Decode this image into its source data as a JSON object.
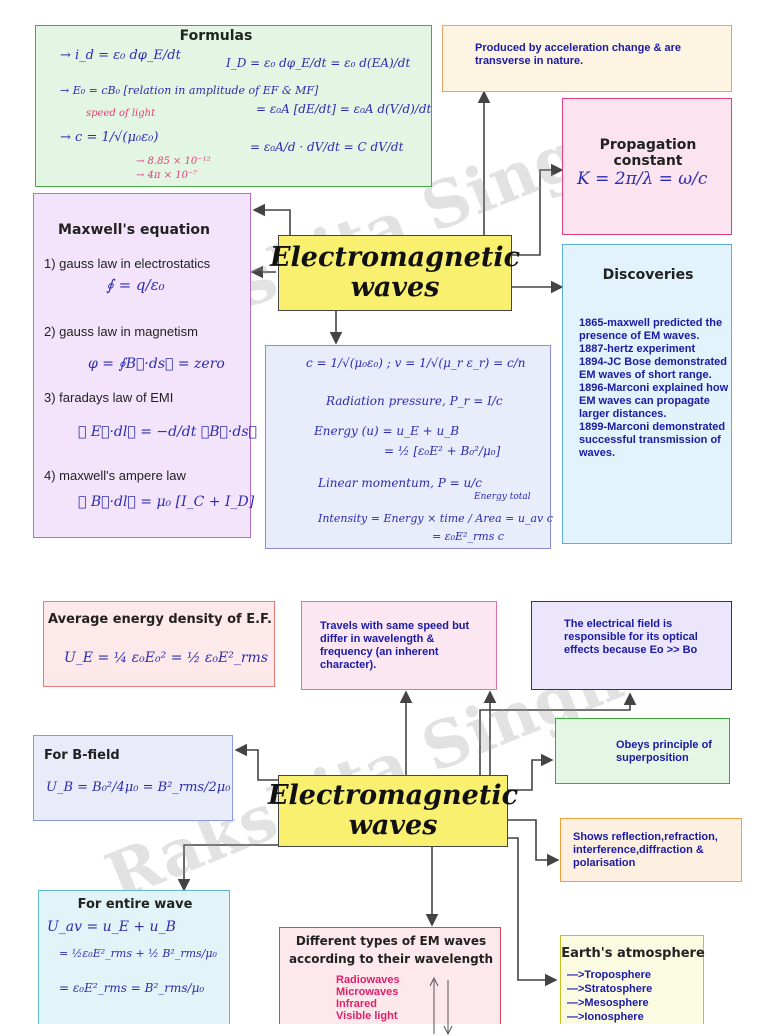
{
  "watermark": "Rakshita Singh",
  "top": {
    "center_line1": "Electromagnetic",
    "center_line2": "waves",
    "formulas": {
      "title": "Formulas",
      "eq1": "→ i_d = ε₀ dφ_E/dt",
      "eq2": "I_D = ε₀ dφ_E/dt = ε₀ d(EA)/dt",
      "eq3": "→ E₀ = cB₀ [relation in amplitude of EF & MF]",
      "eq4": "= ε₀A [dE/dt] = ε₀A d(V/d)/dt",
      "eq5": "→ c = 1/√(μ₀ε₀)",
      "eq6": "= ε₀A/d · dV/dt = C dV/dt",
      "note1": "speed of light",
      "note2": "→ 8.85 × 10⁻¹²",
      "note3": "→ 4π × 10⁻⁷"
    },
    "produced": "Produced by acceleration change & are transverse in nature.",
    "propagation": {
      "title": "Propagation constant",
      "eq": "K = 2π/λ = ω/c"
    },
    "maxwell": {
      "title": "Maxwell's equation",
      "l1": "1) gauss law in electrostatics",
      "e1": "∮ = q/ε₀",
      "l2": "2) gauss law in magnetism",
      "e2": "φ = ∮B⃗·ds⃗ = zero",
      "l3": "3) faradays law of EMI",
      "e3": "∮ E⃗·dl⃗ = −d/dt ∮B⃗·ds⃗",
      "l4": "4) maxwell's ampere law",
      "e4": "∮ B⃗·dl⃗ = μ₀ [I_C + I_D]"
    },
    "discoveries": {
      "title": "Discoveries",
      "items": [
        "1865-maxwell predicted the presence of EM waves.",
        "1887-hertz experiment",
        "1894-JC Bose demonstrated EM waves of short range.",
        "1896-Marconi explained how EM waves can propagate larger distances.",
        "1899-Marconi demonstrated successful transmission of waves."
      ]
    },
    "central_eqs": {
      "e1": "c = 1/√(μ₀ε₀) ;  v = 1/√(μ_r ε_r) = c/n",
      "e2": "Radiation pressure, P_r = I/c",
      "e3": "Energy (u) = u_E + u_B",
      "e4": "= ½ [ε₀E² + B₀²/μ₀]",
      "e5": "Linear momentum, P = u/c",
      "e6": "Energy total",
      "e7": "Intensity = Energy × time / Area = u_av c",
      "e8": "= ε₀E²_rms c"
    }
  },
  "bottom": {
    "center_line1": "Electromagnetic",
    "center_line2": "waves",
    "avg_energy": {
      "title": "Average energy density of E.F.",
      "eq": "U_E = ¼ ε₀E₀² = ½ ε₀E²_rms"
    },
    "travels": "Travels with same speed but differ in wavelength & frequency (an inherent character).",
    "electrical": "The electrical field is responsible for its optical effects because Eo >> Bo",
    "bfield": {
      "title": "For B-field",
      "eq": "U_B = B₀²/4μ₀ = B²_rms/2μ₀"
    },
    "superposition": "Obeys principle of superposition",
    "reflection": "Shows reflection,refraction, interference,diffraction & polarisation",
    "entire": {
      "title": "For entire wave",
      "e1": "U_av = u_E + u_B",
      "e2": "= ½ε₀E²_rms + ½ B²_rms/μ₀",
      "e3": "= ε₀E²_rms = B²_rms/μ₀"
    },
    "types": {
      "title1": "Different types of EM waves",
      "title2": "according to their wavelength",
      "items": [
        "Radiowaves",
        "Microwaves",
        "Infrared",
        "Visible light"
      ]
    },
    "atmosphere": {
      "title": "Earth's atmosphere",
      "items": [
        "—>Troposphere",
        "—>Stratosphere",
        "—>Mesosphere",
        "—>Ionosphere"
      ]
    }
  }
}
